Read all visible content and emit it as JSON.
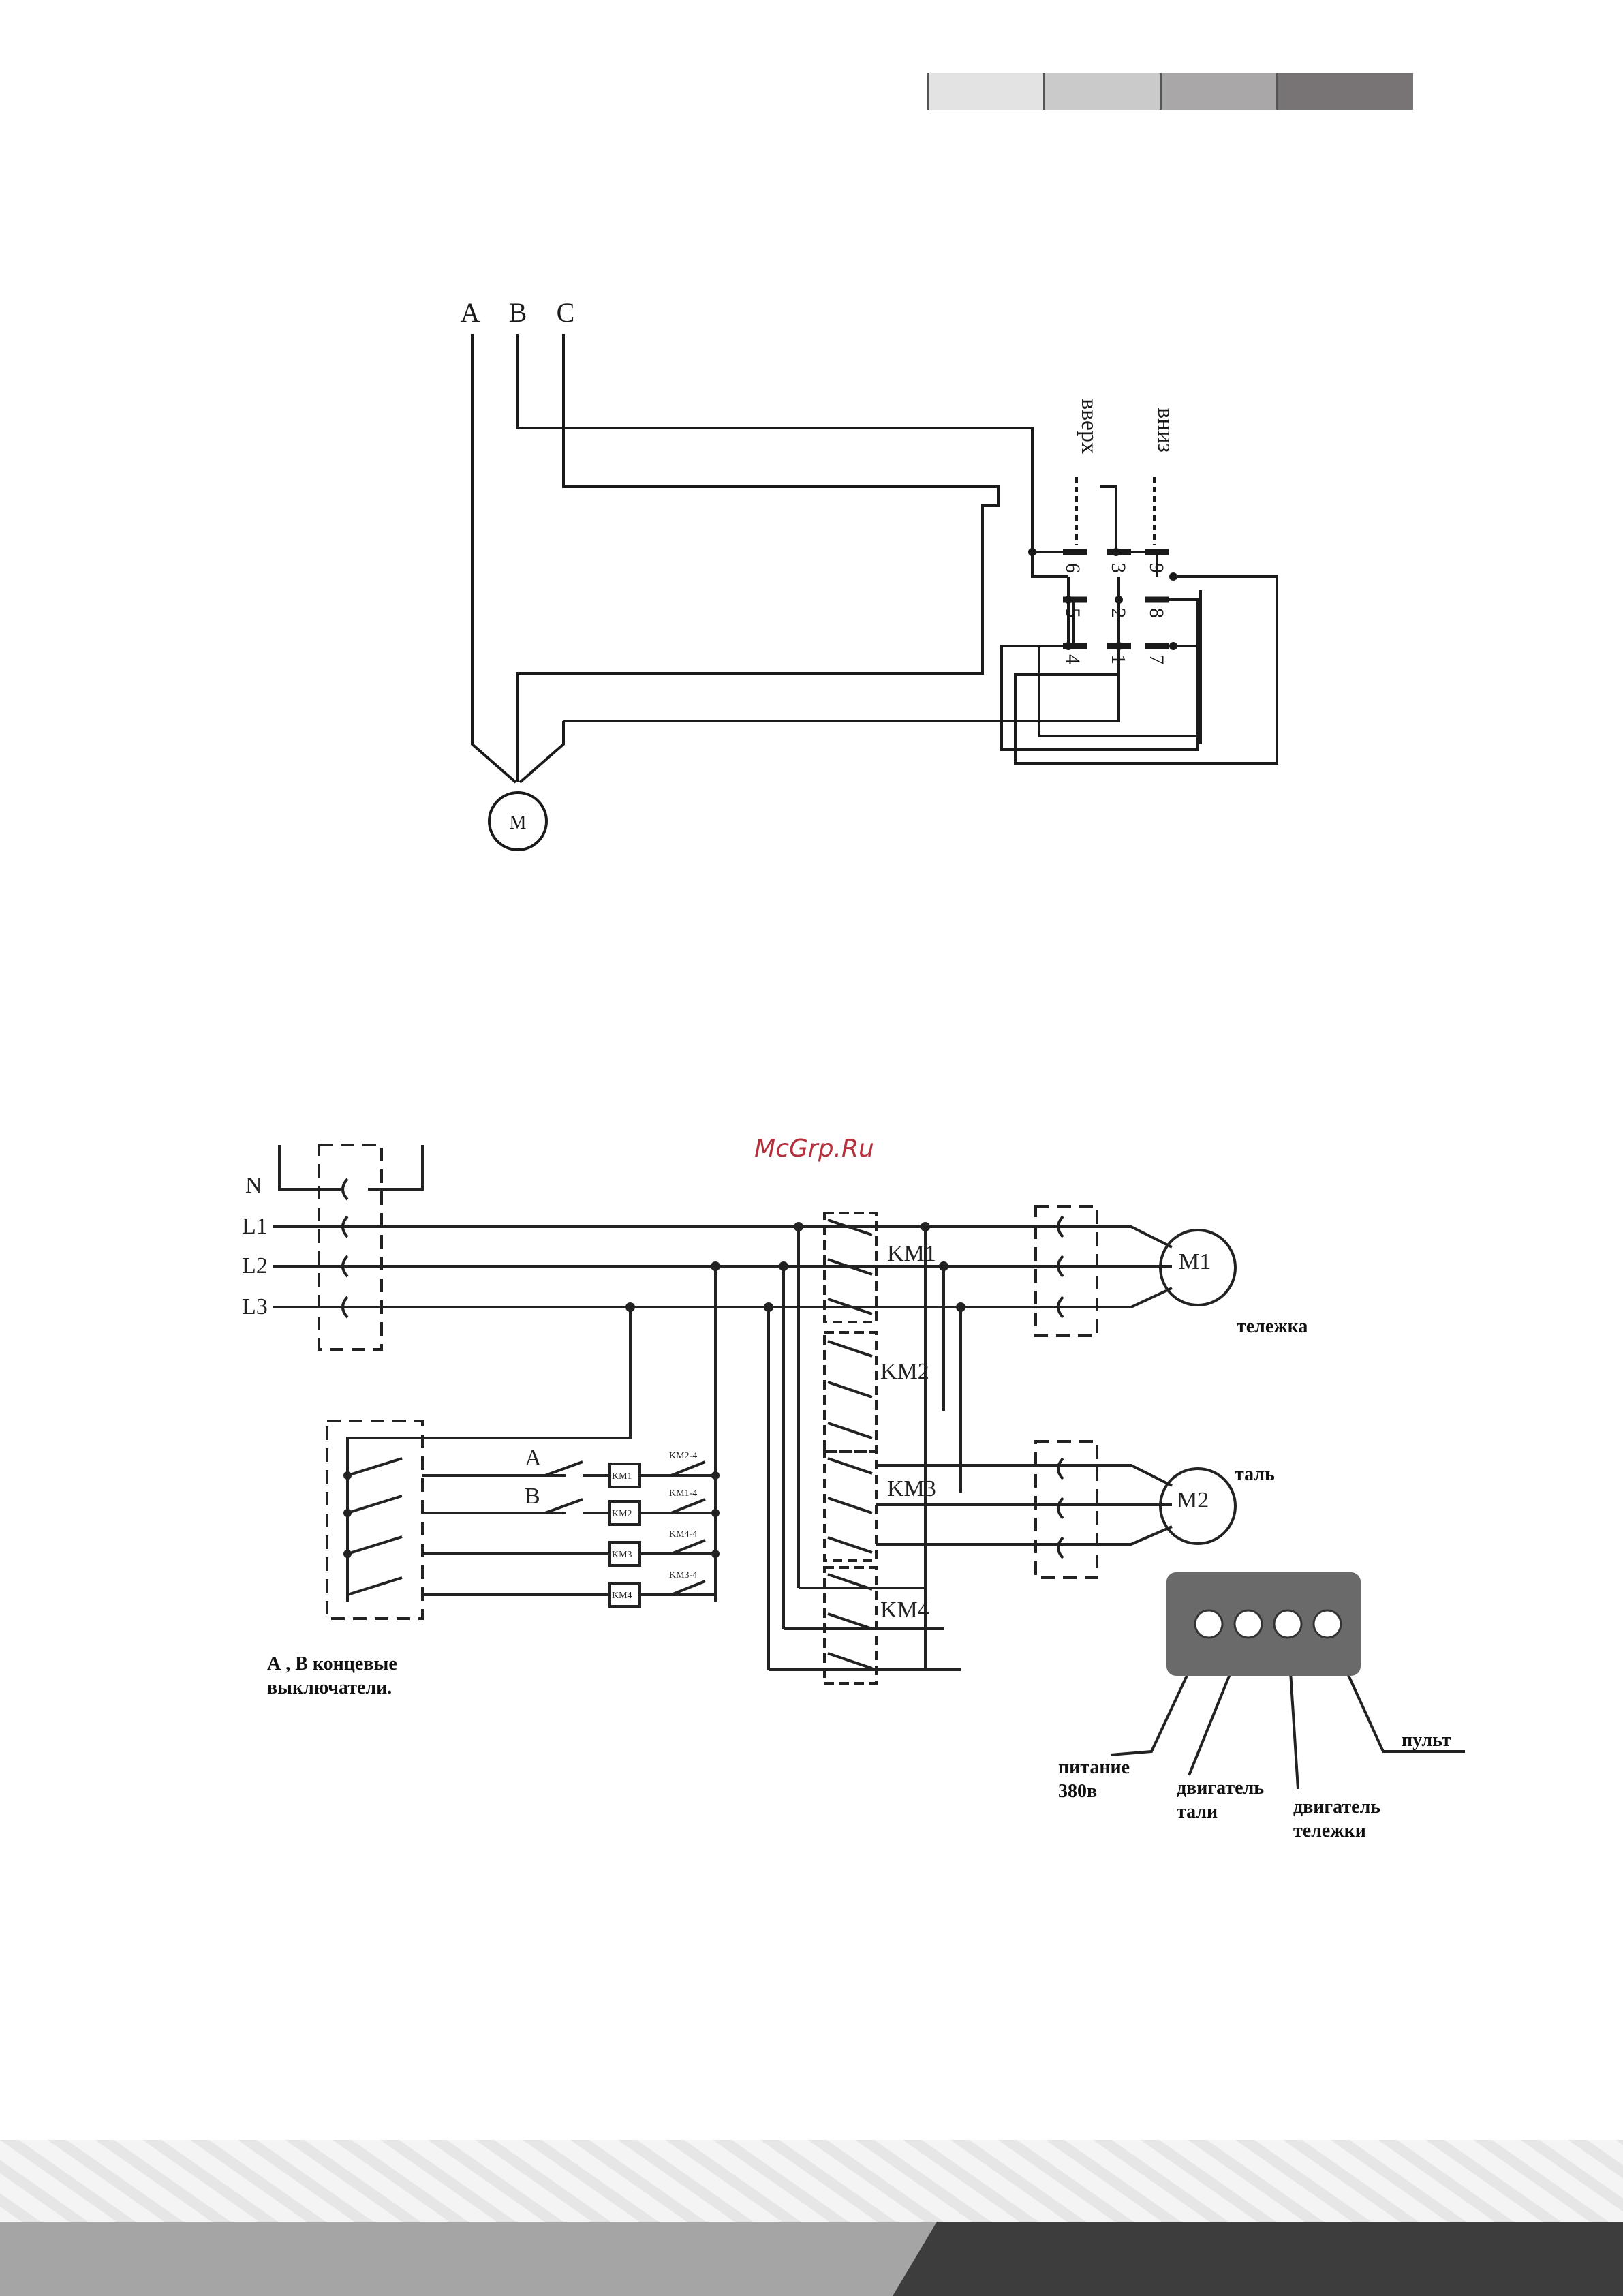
{
  "header": {
    "tabs": [
      {
        "color": "#e3e3e3"
      },
      {
        "color": "#cbcacb"
      },
      {
        "color": "#a9a7a8"
      },
      {
        "color": "#787374"
      }
    ]
  },
  "diagram1": {
    "phase_labels": [
      "A",
      "B",
      "C"
    ],
    "motor_label": "M",
    "direction_up": "вверх",
    "direction_down": "вниз",
    "terminals": [
      "6",
      "3",
      "9",
      "5",
      "2",
      "8",
      "4",
      "1",
      "7"
    ]
  },
  "diagram2": {
    "watermark": "McGrp.Ru",
    "line_labels": [
      "N",
      "L1",
      "L2",
      "L3"
    ],
    "contactors": [
      "KM1",
      "KM2",
      "KM3",
      "KM4"
    ],
    "coil_labels": [
      "KM1",
      "KM2",
      "KM3",
      "KM4"
    ],
    "aux_labels": [
      "KM2-4",
      "KM1-4",
      "KM4-4",
      "KM3-4"
    ],
    "limit_labels": [
      "A",
      "B"
    ],
    "motor1": "M1",
    "motor1_caption": "тележка",
    "motor2": "M2",
    "motor2_caption": "таль",
    "note": [
      "А , В концевые",
      "выключатели."
    ],
    "connector_labels": {
      "power": [
        "питание",
        "380в"
      ],
      "hoist_motor": [
        "двигатель",
        "тали"
      ],
      "trolley_motor": [
        "двигатель",
        "тележки"
      ],
      "pendant": "пульт"
    }
  },
  "footer": {
    "band_color": "#a5a5a5",
    "dark_color": "#3d3d3d"
  }
}
